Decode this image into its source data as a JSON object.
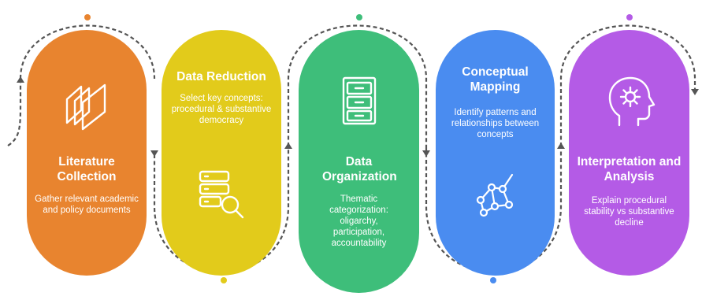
{
  "colors": {
    "orange": "#E8842F",
    "yellow": "#E2CB1B",
    "green": "#3EBE7A",
    "blue": "#4A8CF0",
    "purple": "#B45BE6",
    "connector": "#555555"
  },
  "stages": [
    {
      "title": "Literature Collection",
      "description": "Gather relevant academic and policy documents",
      "icon": "documents-icon",
      "color": "orange"
    },
    {
      "title": "Data Reduction",
      "description": "Select key concepts: procedural & substantive democracy",
      "icon": "database-search-icon",
      "color": "yellow"
    },
    {
      "title": "Data Organization",
      "description": "Thematic categorization: oligarchy, participation, accountability",
      "icon": "file-cabinet-icon",
      "color": "green"
    },
    {
      "title": "Conceptual Mapping",
      "description": "Identify patterns and relationships between concepts",
      "icon": "network-graph-icon",
      "color": "blue"
    },
    {
      "title": "Interpretation and Analysis",
      "description": "Explain procedural stability vs substantive decline",
      "icon": "head-gear-icon",
      "color": "purple"
    }
  ]
}
